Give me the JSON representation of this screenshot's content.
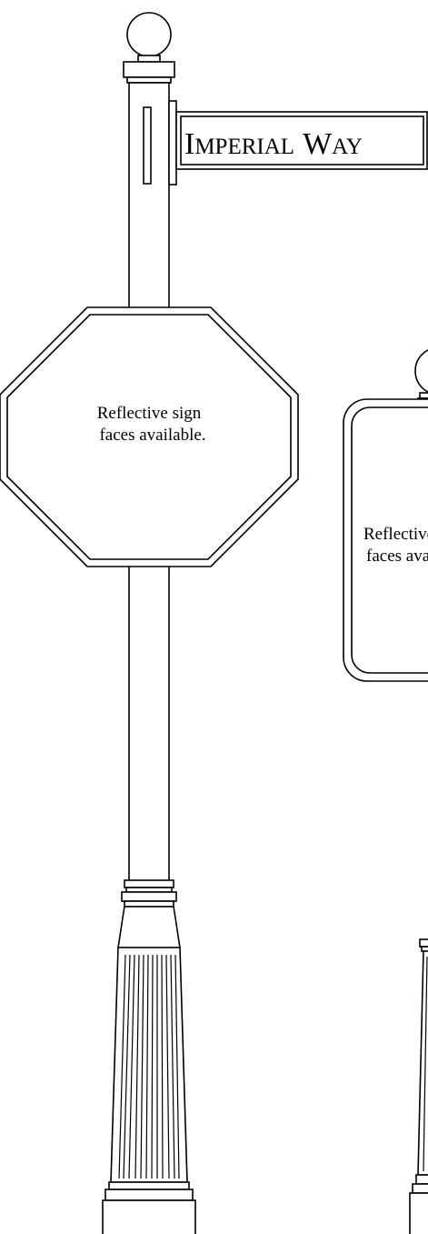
{
  "street_sign": {
    "name_initial_1": "I",
    "name_rest_1": "MPERIAL",
    "name_initial_2": "W",
    "name_rest_2": "AY"
  },
  "octagon_sign": {
    "line1": "Reflective sign",
    "line2": "faces available."
  },
  "rect_sign": {
    "line1": "Reflective sign",
    "line2": "faces available."
  },
  "colors": {
    "line": "#000000",
    "background": "#ffffff"
  }
}
